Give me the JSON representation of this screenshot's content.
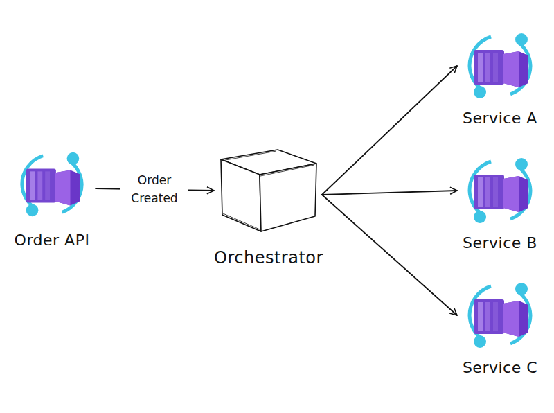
{
  "diagram": {
    "nodes": [
      {
        "text": [
          "Order API"
        ]
      },
      {
        "text": [
          "Orchestrator"
        ]
      },
      {
        "text": [
          "Service A"
        ]
      },
      {
        "text": [
          "Service B"
        ]
      },
      {
        "text": [
          "Service C"
        ]
      }
    ],
    "edges": [
      {
        "from": 0,
        "to": 1,
        "arrow": "to",
        "label": "Order Created"
      },
      {
        "from": 1,
        "to": 2,
        "arrow": "to"
      },
      {
        "from": 1,
        "to": 3,
        "arrow": "to"
      },
      {
        "from": 1,
        "to": 4,
        "arrow": "to"
      }
    ]
  }
}
